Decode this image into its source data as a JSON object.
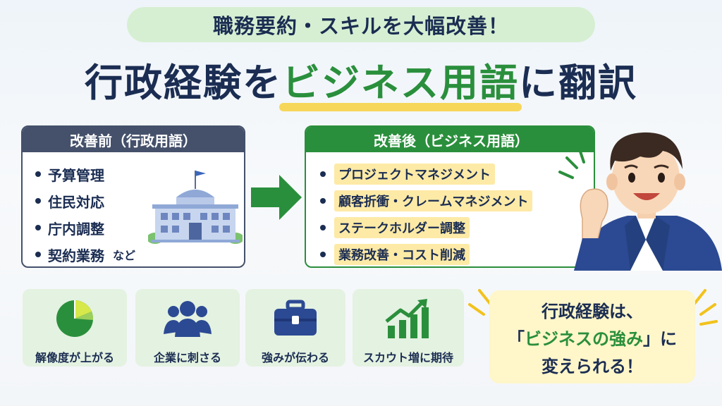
{
  "header": {
    "subtitle": "職務要約・スキルを大幅改善！",
    "title_part1": "行政経験を",
    "title_highlight": "ビジネス用語",
    "title_part2": "に翻訳"
  },
  "before": {
    "heading": "改善前（行政用語）",
    "items": [
      "予算管理",
      "住民対応",
      "庁内調整",
      "契約業務"
    ],
    "suffix": "など"
  },
  "after": {
    "heading": "改善後（ビジネス用語）",
    "items": [
      "プロジェクトマネジメント",
      "顧客折衝・クレームマネジメント",
      "ステークホルダー調整",
      "業務改善・コスト削減"
    ]
  },
  "benefits": [
    {
      "label": "解像度が上がる",
      "icon": "pie-chart-icon"
    },
    {
      "label": "企業に刺さる",
      "icon": "people-icon"
    },
    {
      "label": "強みが伝わる",
      "icon": "briefcase-icon"
    },
    {
      "label": "スカウト増に期待",
      "icon": "growth-chart-icon"
    }
  ],
  "callout": {
    "line1": "行政経験は、",
    "line2_open": "「",
    "line2_highlight": "ビジネスの強み",
    "line2_close": "」に",
    "line3": "変えられる！"
  },
  "colors": {
    "navy": "#1b2d52",
    "green": "#2a8f3c",
    "slate": "#45516b",
    "highlight_yellow": "#fdeaa6",
    "mint": "#e4f2e1"
  }
}
